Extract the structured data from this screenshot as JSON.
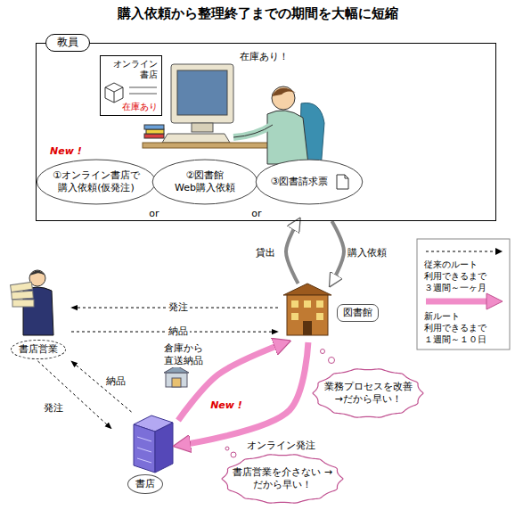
{
  "diagram": {
    "title": "購入依頼から整理終了までの期間を大幅に短縮",
    "nodes": [
      {
        "text": [
          "教員"
        ]
      },
      {
        "text": [
          "オンライン 書店",
          "在庫あり"
        ],
        "in": 0
      },
      {
        "text": [
          "New !",
          "①オンライン書店で 購入依頼(仮発注)"
        ],
        "in": 0
      },
      {
        "text": [
          "②図書館 Web購入依頼"
        ],
        "in": 0
      },
      {
        "text": [
          "③図書請求票"
        ],
        "in": 0
      },
      {
        "text": [
          "図書館"
        ]
      },
      {
        "text": [
          "書店営業"
        ]
      },
      {
        "text": [
          "書店"
        ]
      },
      {
        "text": [
          "業務プロセスを改善 →だから早い！"
        ]
      },
      {
        "text": [
          "書店営業を介さない →だから早い！"
        ]
      }
    ],
    "edges": [
      {
        "from": 0,
        "to": 5,
        "label": "購入依頼",
        "arrow": "to"
      },
      {
        "from": 5,
        "to": 0,
        "label": "貸出",
        "arrow": "to"
      },
      {
        "from": 5,
        "to": 6,
        "label": "発注",
        "arrow": "to"
      },
      {
        "from": 6,
        "to": 5,
        "label": "納品",
        "arrow": "to"
      },
      {
        "from": 6,
        "to": 7,
        "label": "発注",
        "arrow": "to"
      },
      {
        "from": 7,
        "to": 6,
        "label": "納品",
        "arrow": "to"
      },
      {
        "from": 5,
        "to": 7,
        "label": "オンライン発注",
        "arrow": "to"
      },
      {
        "from": 7,
        "to": 5,
        "label": "倉庫から 直送納品",
        "arrow": "to"
      }
    ],
    "labels": [
      "在庫あり！",
      "or",
      "or",
      "New !"
    ],
    "legend": [
      {
        "text": "従来のルート 利用できるまで ３週間～一ヶ月"
      },
      {
        "text": "新ルート 利用できるまで １週間～１０日"
      }
    ]
  }
}
